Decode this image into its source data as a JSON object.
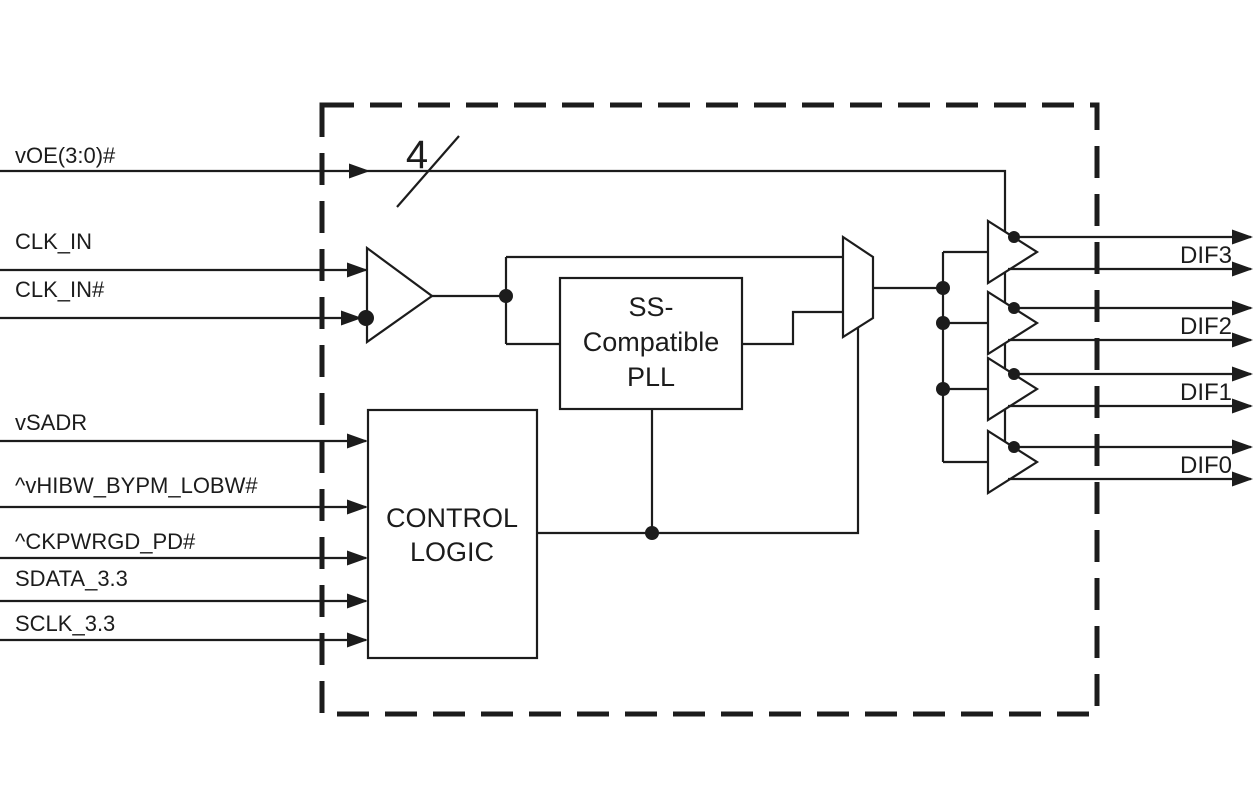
{
  "diagram_type": "clock-generator-block-diagram",
  "colors": {
    "background": "#ffffff",
    "line": "#1c1c1c",
    "text": "#1c1c1c",
    "block_fill": "#ffffff"
  },
  "bus": {
    "width_label": "4"
  },
  "inputs": [
    {
      "label": "vOE(3:0)#"
    },
    {
      "label": "CLK_IN"
    },
    {
      "label": "CLK_IN#"
    },
    {
      "label": "vSADR"
    },
    {
      "label": "^vHIBW_BYPM_LOBW#"
    },
    {
      "label": "^CKPWRGD_PD#"
    },
    {
      "label": "SDATA_3.3"
    },
    {
      "label": "SCLK_3.3"
    }
  ],
  "outputs": [
    {
      "label": "DIF3"
    },
    {
      "label": "DIF2"
    },
    {
      "label": "DIF1"
    },
    {
      "label": "DIF0"
    }
  ],
  "blocks": {
    "pll": {
      "line1": "SS-",
      "line2": "Compatible",
      "line3": "PLL"
    },
    "control": {
      "line1": "CONTROL",
      "line2": "LOGIC"
    }
  }
}
